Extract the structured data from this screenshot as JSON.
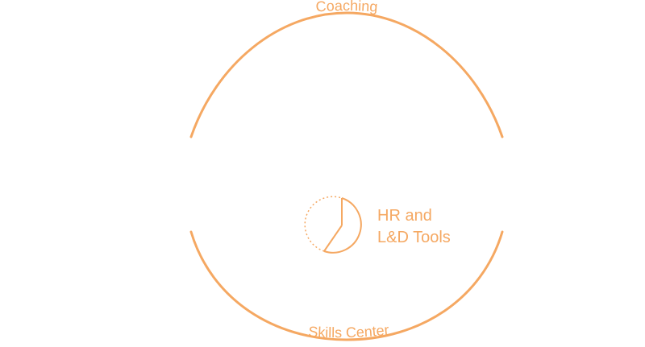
{
  "diagram": {
    "top_arc_label": "Coaching",
    "bottom_arc_label": "Skills Center",
    "center_label_line1": "HR and",
    "center_label_line2": "L&D Tools"
  },
  "colors": {
    "accent": "#F5A862",
    "background": "#FFFFFF"
  },
  "icons": {
    "center": "clock-icon"
  }
}
